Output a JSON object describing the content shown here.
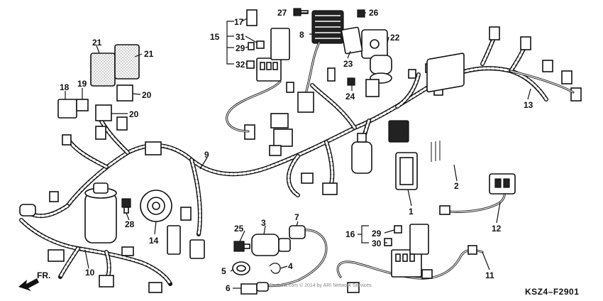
{
  "diagram_code": "KSZ4–F2901",
  "front_label": "FR.",
  "watermark": "Partzilla.com © 2014 by ARI Network Services",
  "callouts": [
    "1",
    "2",
    "3",
    "4",
    "5",
    "6",
    "7",
    "8",
    "9",
    "10",
    "11",
    "12",
    "13",
    "14",
    "15",
    "16",
    "17",
    "18",
    "19",
    "20",
    "20",
    "21",
    "21",
    "22",
    "23",
    "24",
    "25",
    "26",
    "27",
    "28",
    "29",
    "29",
    "30",
    "31",
    "32"
  ]
}
